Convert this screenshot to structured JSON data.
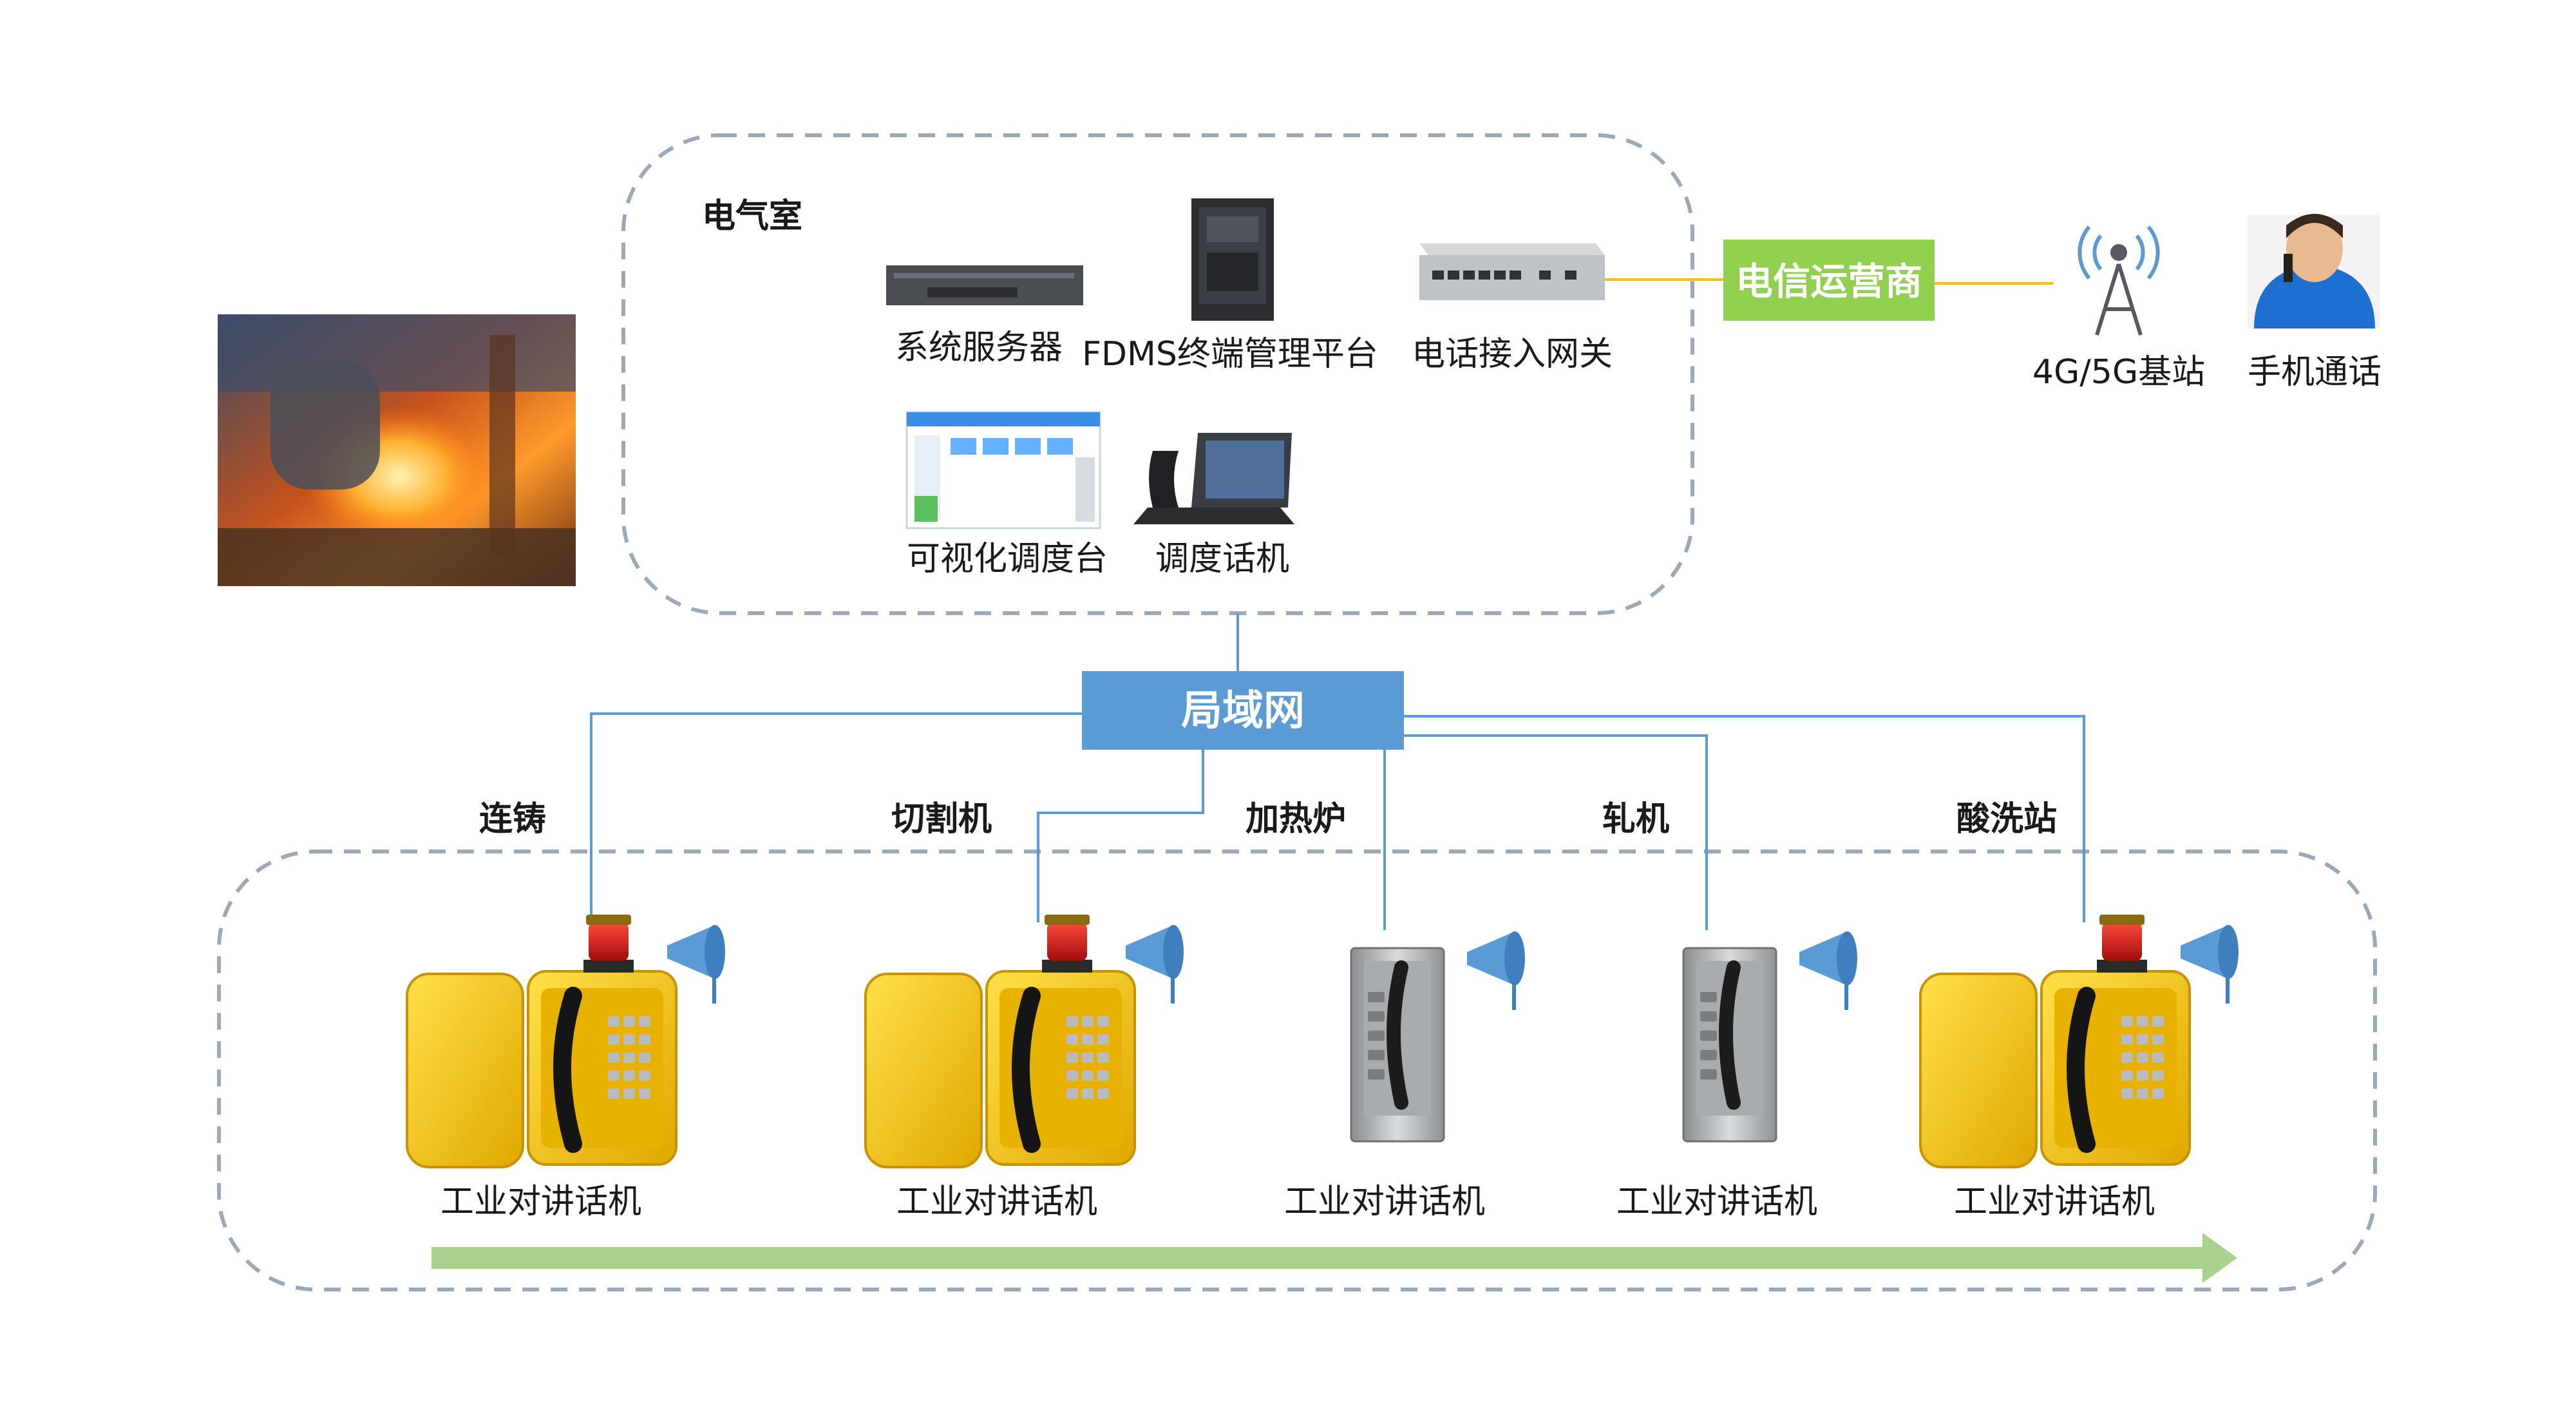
{
  "colors": {
    "lan_box": "#5b9bd5",
    "carrier_box": "#92d050",
    "line_blue": "#5b9bd5",
    "line_yellow": "#ffc000",
    "arrow_green": "#a9d18e",
    "dash_border": "#9aa9b8",
    "phone_yellow": "#f5c518",
    "beacon_red": "#e02020"
  },
  "electrical_room": {
    "title": "电气室",
    "devices": [
      {
        "label": "系统服务器",
        "icon": "rack-server-icon"
      },
      {
        "label": "FDMS终端管理平台",
        "icon": "tower-server-icon"
      },
      {
        "label": "电话接入网关",
        "icon": "gateway-switch-icon"
      },
      {
        "label": "可视化调度台",
        "icon": "dispatch-console-icon"
      },
      {
        "label": "调度话机",
        "icon": "desk-phone-icon"
      }
    ]
  },
  "carrier": {
    "label": "电信运营商"
  },
  "external": [
    {
      "label": "4G/5G基站",
      "icon": "cell-tower-icon"
    },
    {
      "label": "手机通话",
      "icon": "mobile-user-icon"
    }
  ],
  "lan": {
    "label": "局域网"
  },
  "stations": [
    {
      "name": "连铸",
      "device": "工业对讲话机",
      "style": "yellow"
    },
    {
      "name": "切割机",
      "device": "工业对讲话机",
      "style": "yellow"
    },
    {
      "name": "加热炉",
      "device": "工业对讲话机",
      "style": "steel"
    },
    {
      "name": "轧机",
      "device": "工业对讲话机",
      "style": "steel"
    },
    {
      "name": "酸洗站",
      "device": "工业对讲话机",
      "style": "yellow"
    }
  ],
  "photo": {
    "icon": "steel-mill-photo"
  }
}
